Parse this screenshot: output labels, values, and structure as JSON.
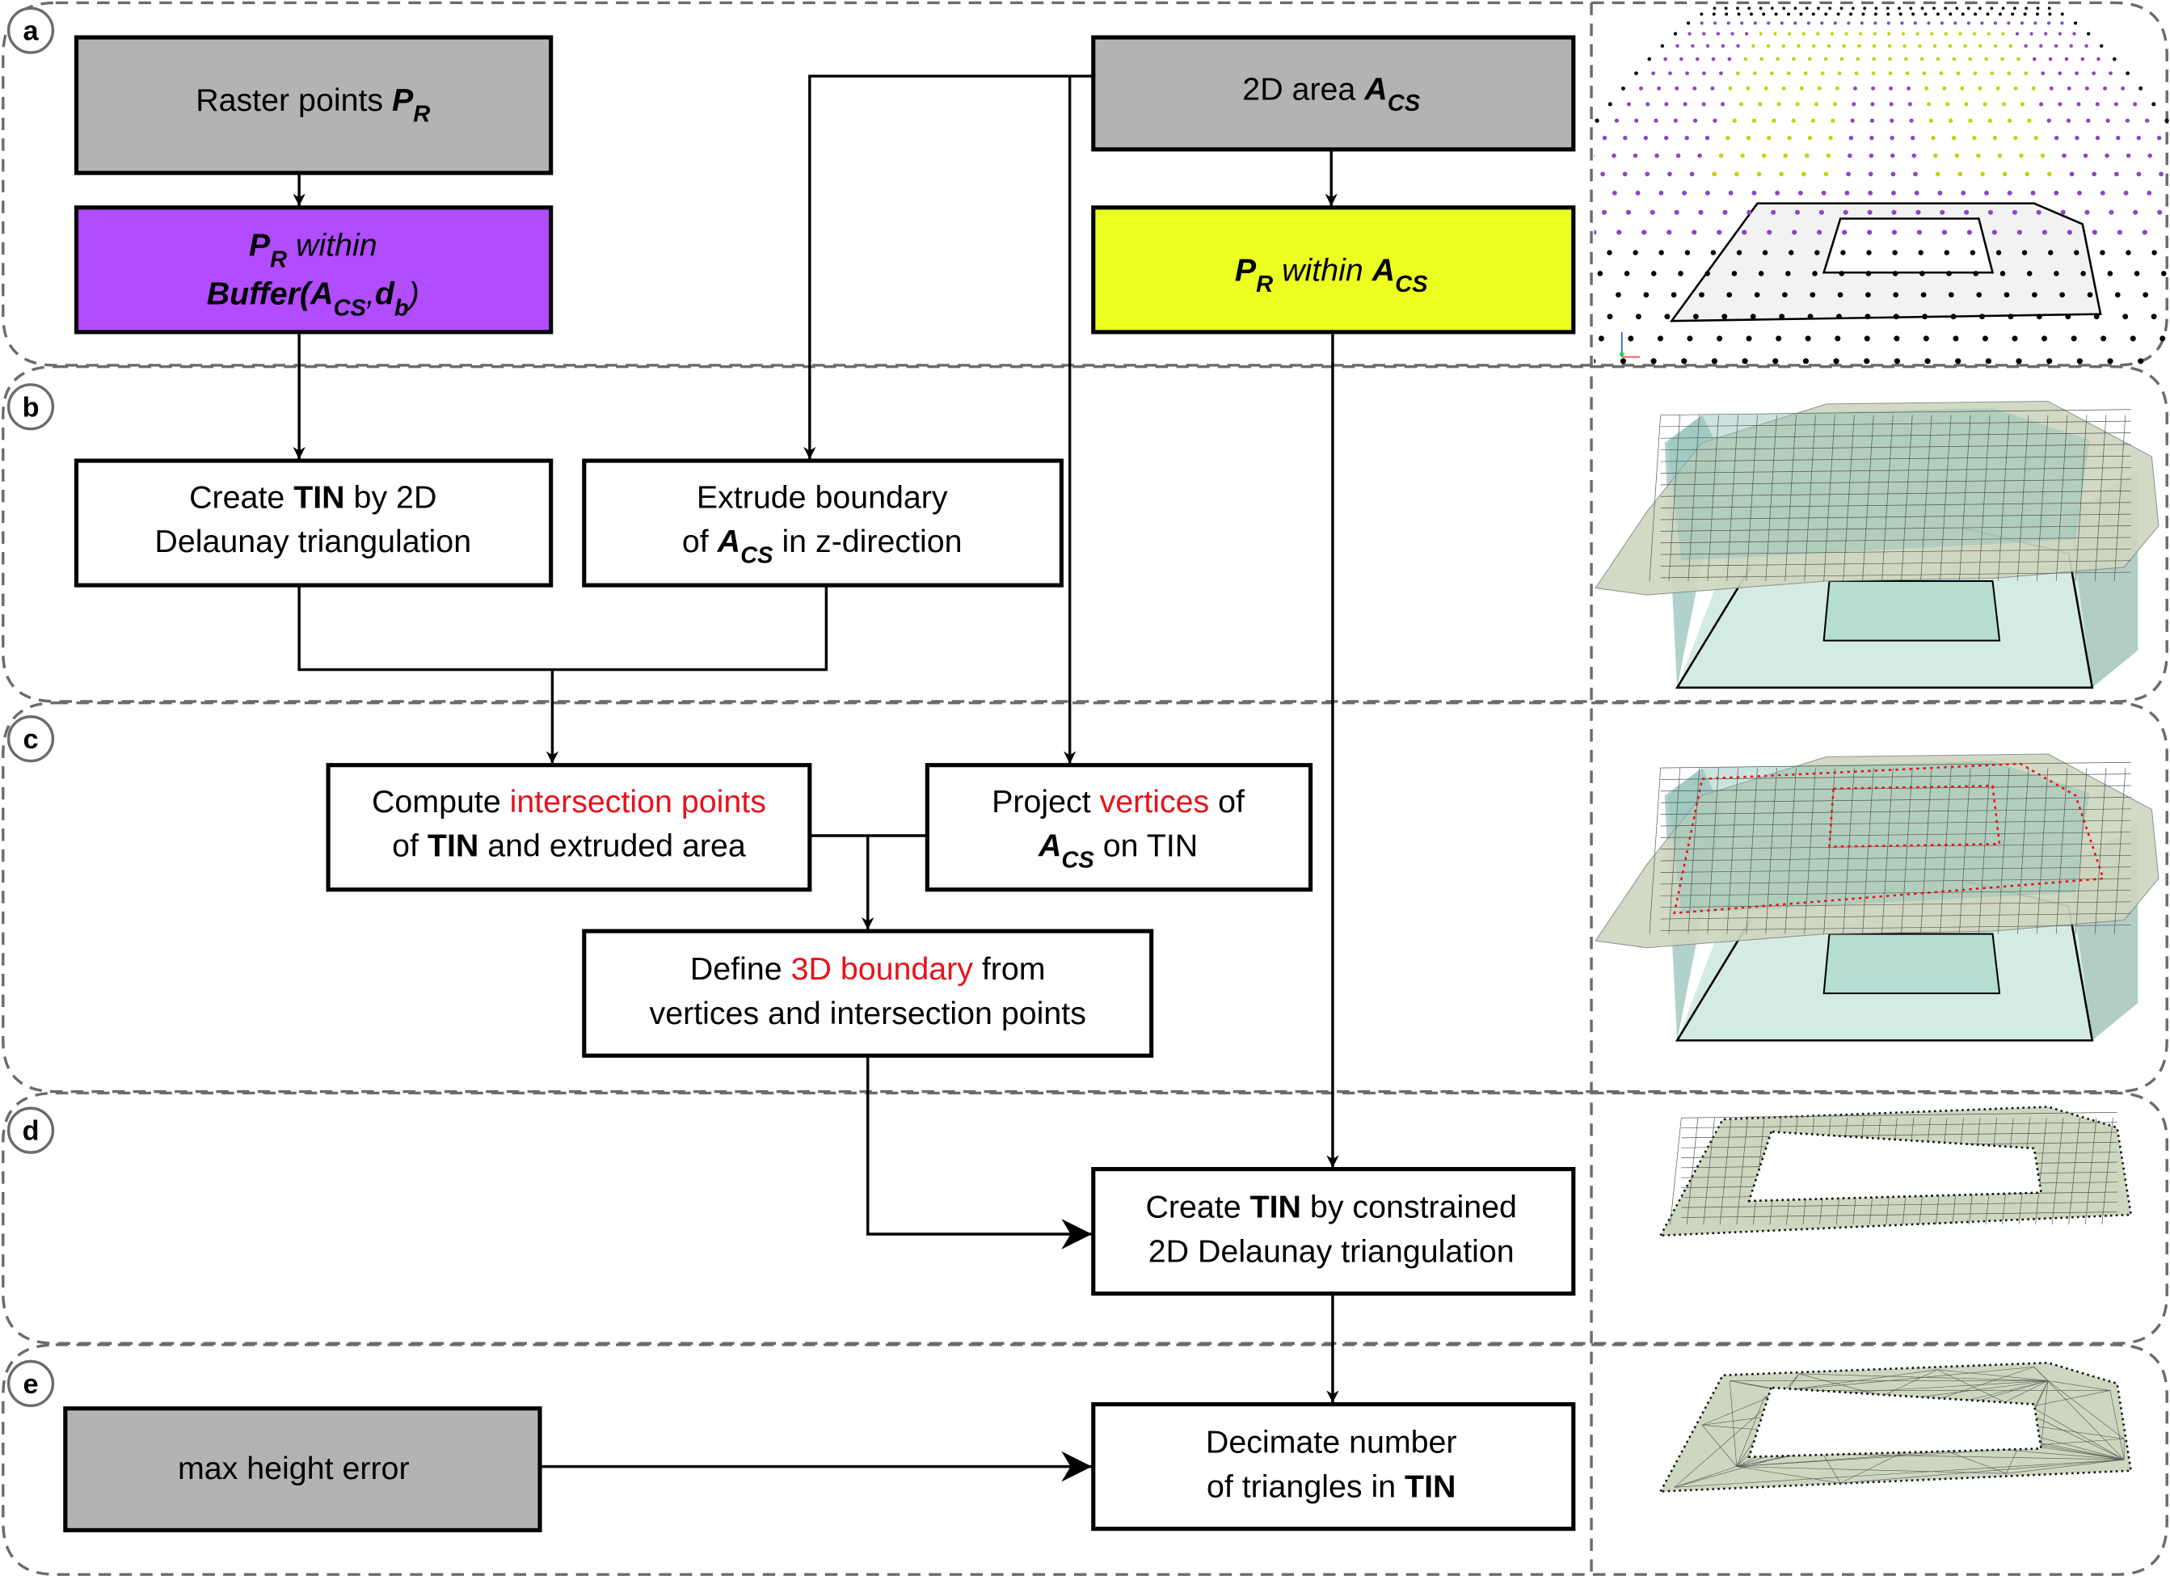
{
  "colors": {
    "gray_box": "#b3b3b3",
    "purple_box": "#b14cff",
    "yellow_box": "#ebff21",
    "highlight_text": "#e8121a",
    "dashed_border": "#6b6b6b",
    "purple_points": "#8e44c6",
    "yellow_points": "#c6d10f",
    "tin_surface": "#cdd6c0",
    "extrusion": "#9fcfc6"
  },
  "sections": [
    {
      "id": "a",
      "label": "a"
    },
    {
      "id": "b",
      "label": "b"
    },
    {
      "id": "c",
      "label": "c"
    },
    {
      "id": "d",
      "label": "d"
    },
    {
      "id": "e",
      "label": "e"
    }
  ],
  "boxes": {
    "raster_points": {
      "text": "Raster points ",
      "var": "P",
      "sub": "R"
    },
    "pr_within_buffer": {
      "line1_var": "P",
      "line1_sub": "R",
      "line1_text": " within",
      "line2_fn": "Buffer(",
      "line2_var": "A",
      "line2_sub": "CS",
      "line2_sep": ",",
      "line2_var2": "d",
      "line2_sub2": "b",
      "line2_close": ")"
    },
    "area_2d": {
      "text": "2D area ",
      "var": "A",
      "sub": "CS"
    },
    "pr_within_acs": {
      "var": "P",
      "sub": "R",
      "text": " within ",
      "var2": "A",
      "sub2": "CS"
    },
    "create_tin_2d": {
      "l1a": "Create ",
      "l1b": "TIN",
      "l1c": " by 2D",
      "l2": "Delaunay triangulation"
    },
    "extrude_boundary": {
      "l1": "Extrude boundary",
      "l2a": "of ",
      "l2var": "A",
      "l2sub": "CS",
      "l2b": " in z-direction"
    },
    "compute_intersection": {
      "l1a": "Compute ",
      "l1red": "intersection points",
      "l2a": "of ",
      "l2b": "TIN",
      "l2c": " and extruded area"
    },
    "project_vertices": {
      "l1a": "Project ",
      "l1red": "vertices",
      "l1b": " of",
      "l2var": "A",
      "l2sub": "CS",
      "l2b": " on TIN"
    },
    "define_boundary": {
      "l1a": "Define ",
      "l1red": "3D boundary",
      "l1b": " from",
      "l2": "vertices and intersection points"
    },
    "create_tin_constrained": {
      "l1a": "Create ",
      "l1b": "TIN",
      "l1c": " by constrained",
      "l2": "2D Delaunay triangulation"
    },
    "max_height_error": {
      "text": "max height error"
    },
    "decimate": {
      "l1": "Decimate number",
      "l2a": "of triangles in ",
      "l2b": "TIN"
    }
  },
  "panels": [
    {
      "id": "a",
      "description": "raster point grid with 2D area outline"
    },
    {
      "id": "b",
      "description": "TIN surface with extruded area"
    },
    {
      "id": "c",
      "description": "TIN with 3D boundary in red"
    },
    {
      "id": "d",
      "description": "constrained TIN"
    },
    {
      "id": "e",
      "description": "decimated TIN"
    }
  ]
}
